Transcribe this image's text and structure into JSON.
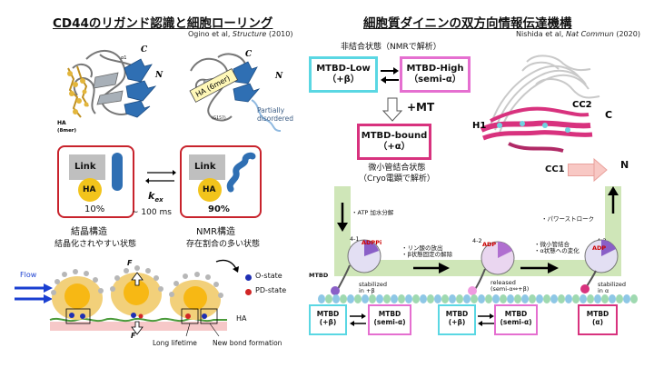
{
  "left": {
    "title": "CD44のリガンド認識と細胞ローリング",
    "citation_authors": "Ogino et al, ",
    "citation_journal": "Structure",
    "citation_year": " (2010)",
    "struct1": {
      "ha": "HA",
      "len": "(8mer)",
      "alpha1": "α1",
      "c": "C",
      "n": "N"
    },
    "struct2": {
      "ha_label": "HA (6mer)",
      "g": "(G157)",
      "c": "C",
      "n": "N",
      "disordered": "Partially\ndisordered"
    },
    "crystal": {
      "link": "Link",
      "ha": "HA",
      "pct": "10%",
      "name": "結晶構造",
      "desc": "結晶化されやすい状態"
    },
    "nmr": {
      "link": "Link",
      "ha": "HA",
      "pct": "90%",
      "name": "NMR構造",
      "desc": "存在割合の多い状態"
    },
    "kex_k": "k",
    "kex_sub": "ex",
    "kex_time": "~ 100 ms",
    "flow": "Flow",
    "o_state": "O-state",
    "pd_state": "PD-state",
    "f": "F",
    "ha_surface": "HA",
    "long_lifetime": "Long lifetime",
    "new_bond": "New bond formation"
  },
  "right": {
    "title": "細胞質ダイニンの双方向情報伝達機構",
    "citation_authors": "Nishida et al, ",
    "citation_journal": "Nat Commun",
    "citation_year": " (2020)",
    "unbound_state": "非結合状態（NMRで解析）",
    "mtbd_low": "MTBD-Low\n（+β）",
    "mtbd_high": "MTBD-High\n（semi-α）",
    "plus_mt": "+MT",
    "mtbd_bound": "MTBD-bound\n（+α）",
    "bound_desc": "微小管結合状態\n（Cryo電顕で解析）",
    "h1": "H1",
    "cc2": "CC2",
    "cc1": "CC1",
    "c": "C",
    "n": "N",
    "atp": "・ATP 加水分解",
    "power": "・パワーストローク",
    "p_release": "・リン酸の放出\n・β状態固定の解除",
    "mt_bind": "・微小管結合\n・α状態への変化",
    "s41": "4-1",
    "s42": "4-2",
    "s43": "4-3",
    "adppi": "ADPPi",
    "adp": "ADP",
    "mtbd": "MTBD",
    "stab_b": "stabilized\nin +β",
    "released": "released\n(semi-α⇔+β)",
    "stab_a": "stabilized\nin α",
    "b1a": "MTBD\n(+β)",
    "b1b": "MTBD\n(semi-α)",
    "b2a": "MTBD\n(+β)",
    "b2b": "MTBD\n(semi-α)",
    "b3": "MTBD\n(α)"
  }
}
